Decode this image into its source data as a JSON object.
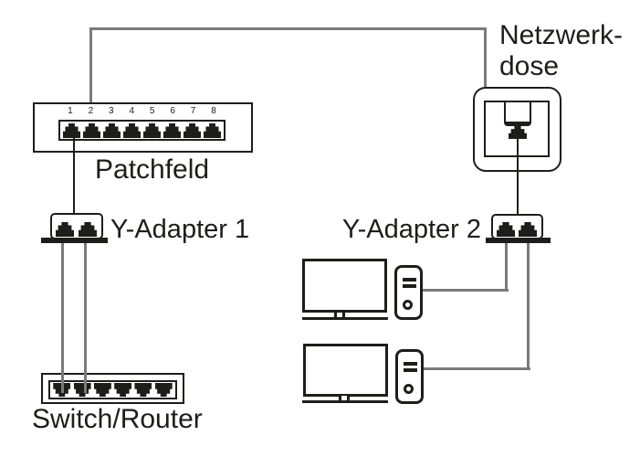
{
  "colors": {
    "ink": "#1d1d1b",
    "cable_gray": "#7b7b7b",
    "background": "#ffffff",
    "jack_shadow": "#bdbdbd"
  },
  "patch_panel": {
    "label": "Patchfeld",
    "port_numbers": [
      "1",
      "2",
      "3",
      "4",
      "5",
      "6",
      "7",
      "8"
    ]
  },
  "wall_socket": {
    "label_line1": "Netzwerk-",
    "label_line2": "dose"
  },
  "adapter1": {
    "label": "Y-Adapter 1"
  },
  "adapter2": {
    "label": "Y-Adapter 2"
  },
  "switch_router": {
    "label": "Switch/Router",
    "port_count": 6
  },
  "computers": {
    "count": 2
  },
  "connections": [
    {
      "from": "patch-panel-port-2",
      "to": "wall-socket",
      "style": "gray-cable"
    },
    {
      "from": "patch-panel-port-1",
      "to": "y-adapter-1",
      "style": "black-line"
    },
    {
      "from": "y-adapter-1-port-1",
      "to": "switch-port-1",
      "style": "gray-cable"
    },
    {
      "from": "y-adapter-1-port-2",
      "to": "switch-port-2",
      "style": "gray-cable"
    },
    {
      "from": "wall-socket-jack",
      "to": "y-adapter-2",
      "style": "black-line"
    },
    {
      "from": "pc-1",
      "to": "y-adapter-2-port-1",
      "style": "gray-cable"
    },
    {
      "from": "pc-2",
      "to": "y-adapter-2-port-2",
      "style": "gray-cable"
    }
  ]
}
